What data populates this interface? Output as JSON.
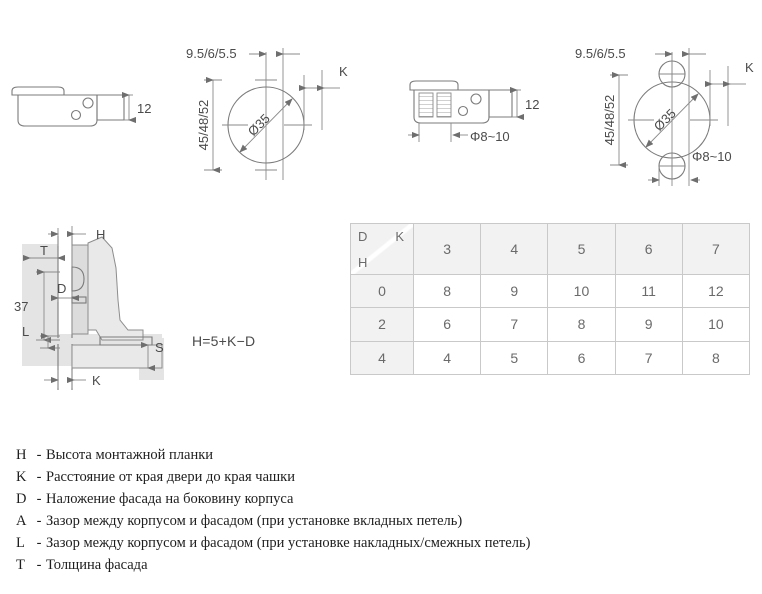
{
  "page": {
    "background": "#ffffff",
    "line_color": "#7b7b7b",
    "text_color": "#4a4a4a"
  },
  "views": {
    "hinge_side_inset": {
      "name": "Inset hinge cup side view",
      "depth_label": "12"
    },
    "hole_pattern_inset": {
      "name": "Inset hinge drilling pattern",
      "edge_distance": "9.5/6/5.5",
      "spacing": "45/48/52",
      "cup_diameter": "Ø35",
      "k_label": "K"
    },
    "hinge_side_screwin": {
      "name": "Screw-in hinge cup side view",
      "depth_label": "12",
      "screw_hole": "Φ8~10"
    },
    "hole_pattern_screwin": {
      "name": "Screw-in hinge drilling pattern",
      "edge_distance": "9.5/6/5.5",
      "spacing": "45/48/52",
      "cup_diameter": "Ø35",
      "k_label": "K",
      "screw_hole": "Φ8~10"
    },
    "hinge_section": {
      "name": "Hinge mounting cross-section",
      "h_label": "H",
      "t_label": "T",
      "d_label": "D",
      "l_label": "L",
      "s_label": "S",
      "k_label": "K",
      "height_37": "37",
      "formula": "H=5+K−D"
    }
  },
  "table": {
    "corner": {
      "col_key": "K",
      "row_key_top": "D",
      "row_key_bottom": "H"
    },
    "columns": [
      "3",
      "4",
      "5",
      "6",
      "7"
    ],
    "rows": [
      {
        "header": "0",
        "values": [
          "8",
          "9",
          "10",
          "11",
          "12"
        ]
      },
      {
        "header": "2",
        "values": [
          "6",
          "7",
          "8",
          "9",
          "10"
        ]
      },
      {
        "header": "4",
        "values": [
          "4",
          "5",
          "6",
          "7",
          "8"
        ]
      }
    ]
  },
  "legend": {
    "items": [
      {
        "key": "H",
        "dash": "-",
        "desc": "Высота монтажной планки"
      },
      {
        "key": "K",
        "dash": "-",
        "desc": "Расстояние от края двери до края чашки"
      },
      {
        "key": "D",
        "dash": "-",
        "desc": "Наложение фасада на боковину корпуса"
      },
      {
        "key": "A",
        "dash": "-",
        "desc": "Зазор между корпусом и фасадом (при установке вкладных петель)"
      },
      {
        "key": "L",
        "dash": "-",
        "desc": "Зазор между корпусом и фасадом (при установке накладных/смежных петель)"
      },
      {
        "key": "T",
        "dash": "-",
        "desc": "Толщина фасада"
      }
    ]
  }
}
